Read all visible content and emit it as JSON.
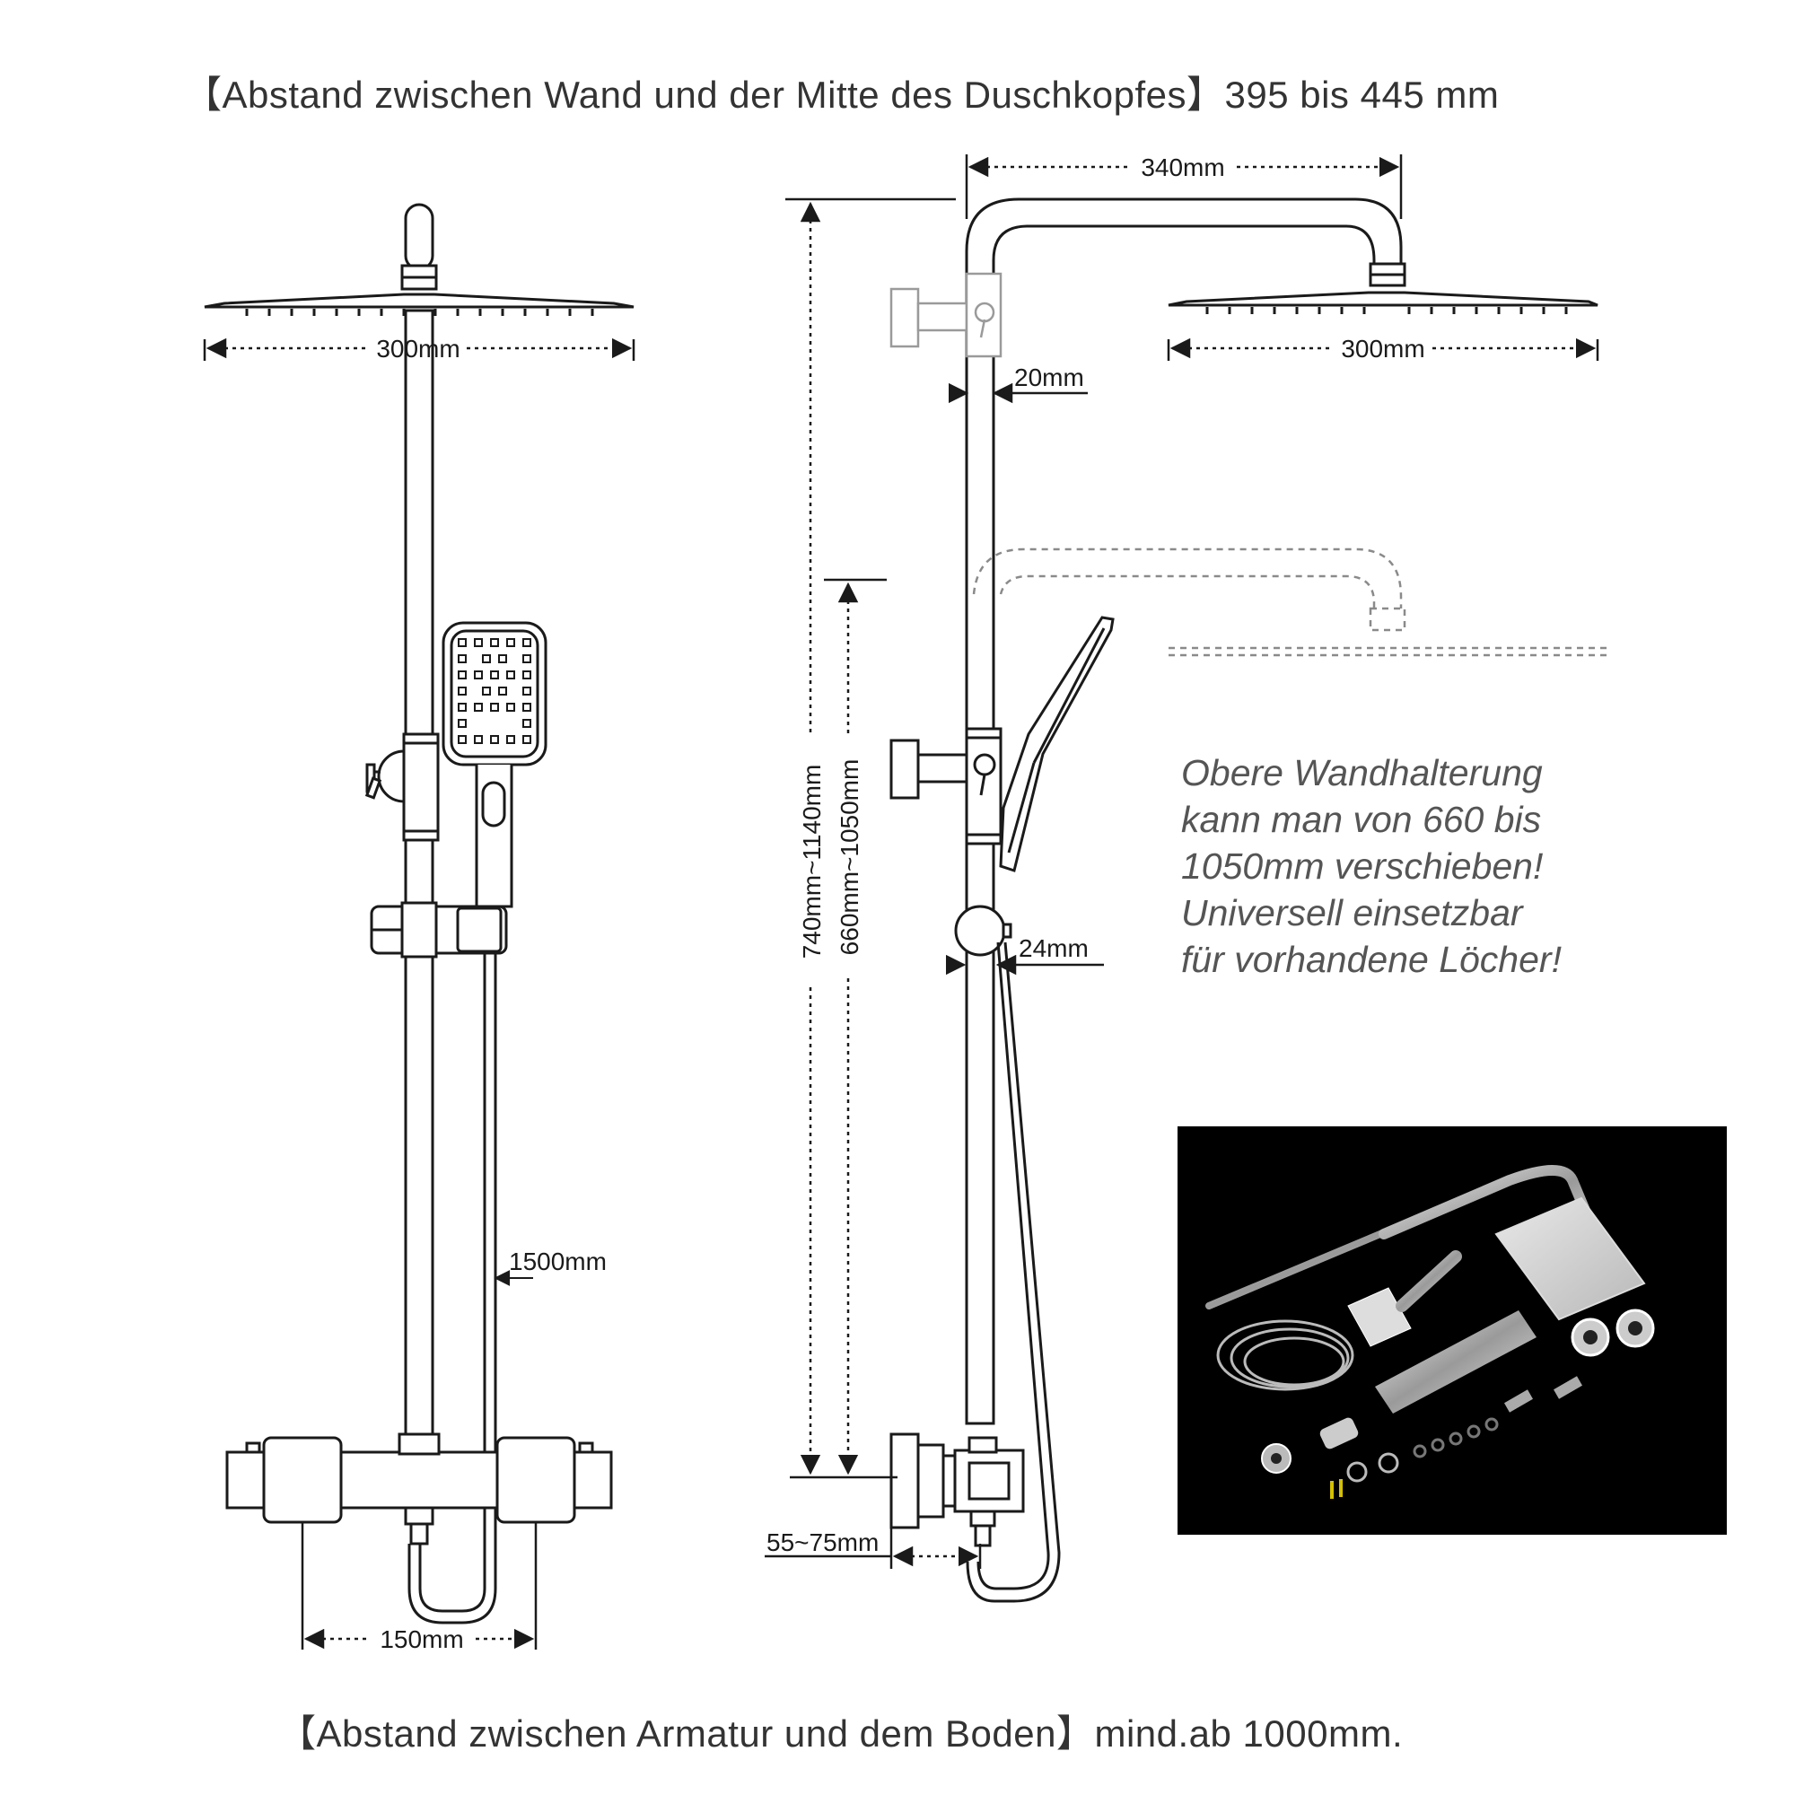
{
  "captions": {
    "top": "【Abstand zwischen Wand und der Mitte des Duschkopfes】395 bis 445 mm",
    "bottom": "【Abstand zwischen Armatur und dem Boden】mind.ab 1000mm."
  },
  "dimensions": {
    "front_head_width": "300mm",
    "side_head_width": "300mm",
    "arm_reach": "340mm",
    "pipe_diameter": "20mm",
    "holder_diameter": "24mm",
    "hose_length": "1500mm",
    "inlet_spacing": "150mm",
    "wall_offset": "55~75mm",
    "total_height": "740mm~1140mm",
    "bracket_height": "660mm~1050mm"
  },
  "note": {
    "lines": [
      "Obere Wandhalterung",
      "kann man von 660 bis",
      "1050mm verschieben!",
      "Universell einsetzbar",
      "für vorhandene Löcher!"
    ]
  }
}
